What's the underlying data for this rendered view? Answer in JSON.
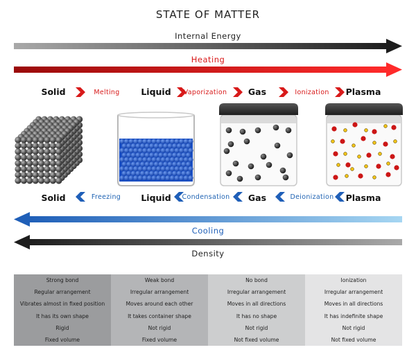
{
  "title": "STATE OF MATTER",
  "arrows": {
    "internal_energy": "Internal Energy",
    "heating": "Heating",
    "cooling": "Cooling",
    "density": "Density"
  },
  "phases": [
    "Solid",
    "Liquid",
    "Gas",
    "Plasma"
  ],
  "forward_transitions": [
    "Melting",
    "Vaporization",
    "Ionization"
  ],
  "reverse_transitions": [
    "Freezing",
    "Condensation",
    "Deionization"
  ],
  "colors": {
    "heating": "#c40d0d",
    "heating_light": "#ff2a2a",
    "cooling": "#1f5fb8",
    "cooling_light": "#a6d6f2",
    "energy_light": "#a9a9a9",
    "energy_dark": "#1d1d1d",
    "liquid": "#1a4fc4"
  },
  "properties": {
    "columns": [
      [
        "Strong bond",
        "Regular arrangement",
        "Vibrates almost in fixed position",
        "It has its own shape",
        "Rigid",
        "Fixed volume"
      ],
      [
        "Weak bond",
        "Irregular arrangement",
        "Moves around each other",
        "It takes container shape",
        "Not rigid",
        "Fixed volume"
      ],
      [
        "No bond",
        "Irregular arrangement",
        "Moves in all directions",
        "It has no shape",
        "Not rigid",
        "Not fixed volume"
      ],
      [
        "Ionization",
        "Irregular arrangement",
        "Moves in all directions",
        "It has indefinite shape",
        "Not rigid",
        "Not fixed volume"
      ]
    ]
  }
}
